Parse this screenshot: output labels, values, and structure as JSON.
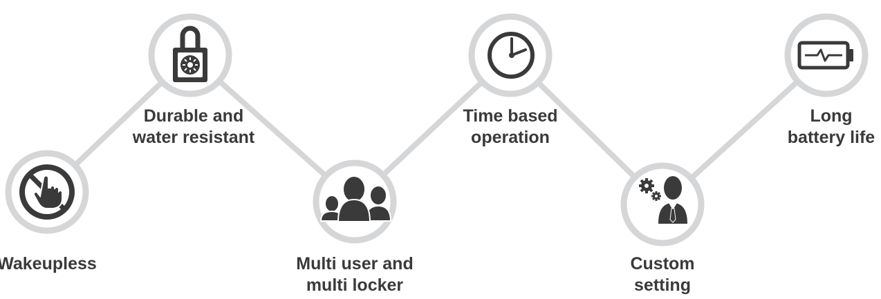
{
  "colors": {
    "ring": "#d5d6d8",
    "connector": "#d5d6d8",
    "icon": "#3a3a3a",
    "text": "#3a3a3a",
    "background": "#ffffff"
  },
  "features": [
    {
      "icon": "no-touch-icon",
      "lines": [
        "Wakeupless"
      ]
    },
    {
      "icon": "padlock-icon",
      "lines": [
        "Durable and",
        "water resistant"
      ]
    },
    {
      "icon": "users-group-icon",
      "lines": [
        "Multi user and",
        "multi locker"
      ]
    },
    {
      "icon": "clock-icon",
      "lines": [
        "Time based",
        "operation"
      ]
    },
    {
      "icon": "user-settings-icon",
      "lines": [
        "Custom",
        "setting"
      ]
    },
    {
      "icon": "battery-icon",
      "lines": [
        "Long",
        "battery life"
      ]
    }
  ]
}
